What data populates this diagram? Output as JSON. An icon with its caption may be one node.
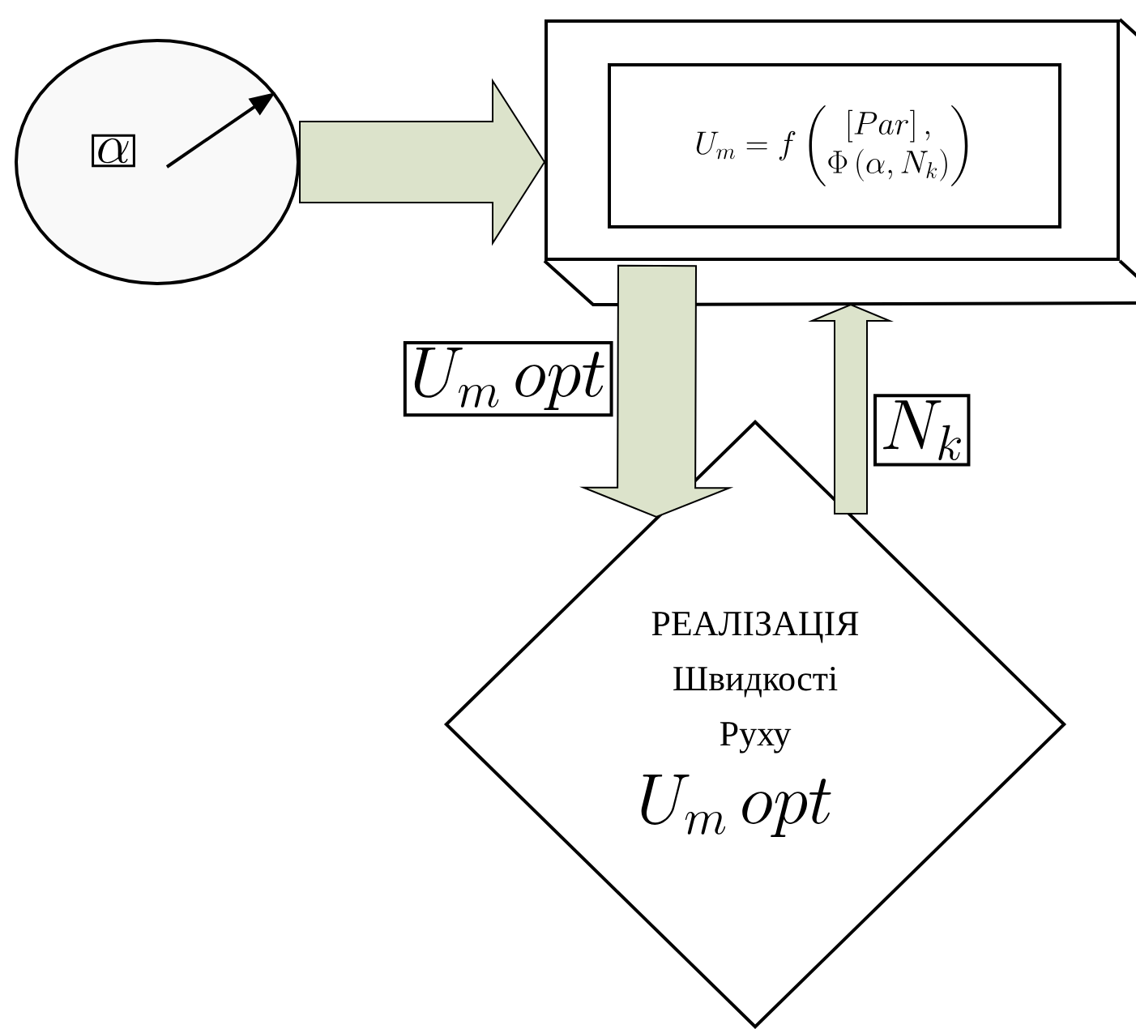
{
  "diagram": {
    "nodes": [
      {
        "text": [],
        "shape": "circle"
      },
      {
        "text": [
          "\\alpha"
        ],
        "in": 0
      },
      {
        "text": [],
        "shape": "box"
      },
      {
        "text": [
          "U_m = f\\left(\\begin{matrix}\\left[Par\\right],\\\\ \\Phi\\left(\\alpha,N_k\\right)\\end{matrix}\\right)"
        ],
        "in": 2
      },
      {
        "text": [
          "РЕАЛІЗАЦІЯ Швидкості Руху",
          "U_m\\,opt"
        ]
      }
    ],
    "edges": [
      {
        "from": 0,
        "to": 2,
        "arrow": "to"
      },
      {
        "from": 2,
        "to": 4,
        "arrow": "to",
        "label": "U_m\\,opt"
      },
      {
        "from": 4,
        "to": 2,
        "arrow": "to",
        "label": "N_k"
      }
    ]
  }
}
